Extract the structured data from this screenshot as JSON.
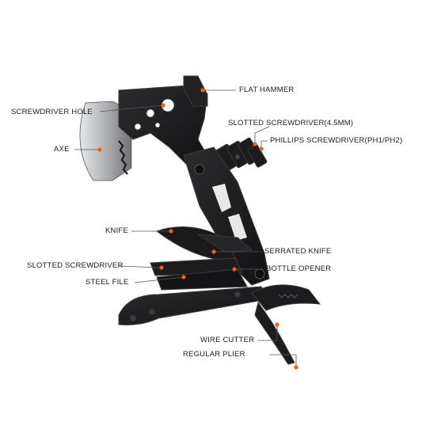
{
  "colors": {
    "accent": "#e8601c",
    "tool_body": "#1c1c1e",
    "tool_edge": "#3a3a3d",
    "blade": "#b9bbbe",
    "leader_line": "#555555"
  },
  "callouts": {
    "flat_hammer": "FLAT HAMMER",
    "screwdriver_hole": "SCREWDRIVER HOLE",
    "slotted_screwdriver_45": "SLOTTED SCREWDRIVER(4.5MM)",
    "phillips_screwdriver": "PHILLIPS SCREWDRIVER(PH1/PH2)",
    "axe": "AXE",
    "knife": "KNIFE",
    "serrated_knife": "SERRATED KNIFE",
    "slotted_screwdriver": "SLOTTED SCREWDRIVER",
    "bottle_opener": "BOTTLE OPENER",
    "steel_file": "STEEL FILE",
    "wire_cutter": "WIRE CUTTER",
    "regular_plier": "REGULAR PLIER"
  }
}
